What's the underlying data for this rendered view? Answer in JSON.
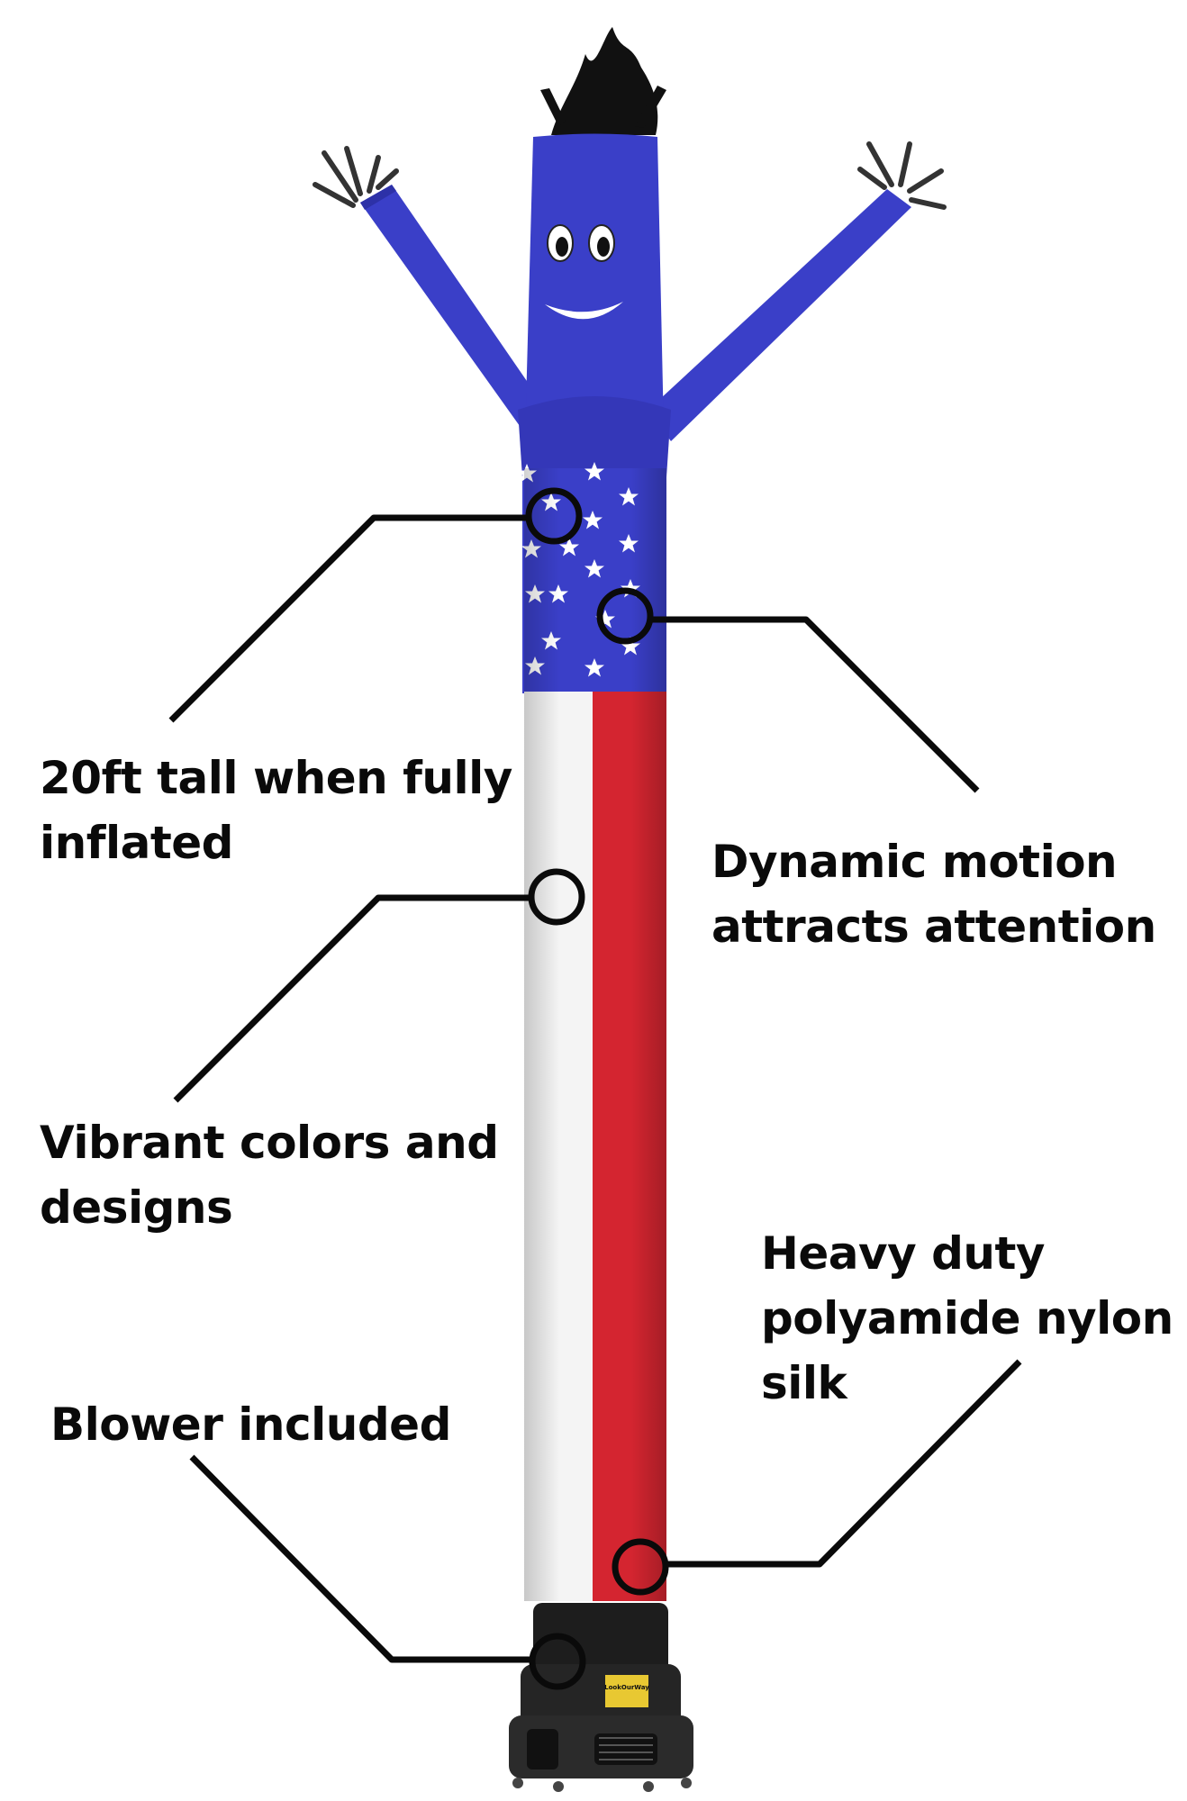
{
  "callouts": {
    "height": {
      "lines": [
        "20ft tall when fully",
        "inflated"
      ]
    },
    "motion": {
      "lines": [
        "Dynamic motion",
        "attracts attention"
      ]
    },
    "colors": {
      "lines": [
        "Vibrant colors and",
        "designs"
      ]
    },
    "material": {
      "lines": [
        "Heavy duty",
        "polyamide nylon",
        "silk"
      ]
    },
    "blower": {
      "lines": [
        "Blower included"
      ]
    }
  },
  "blower_brand": "LookOurWay",
  "palette": {
    "blue": "#3a3fc8",
    "red": "#d42530",
    "white": "#f4f4f4",
    "black": "#111111",
    "line": "#0a0a0a"
  }
}
